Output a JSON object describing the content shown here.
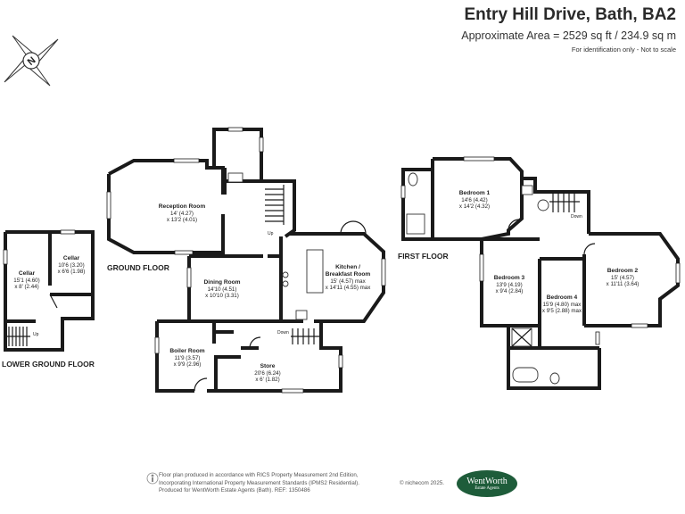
{
  "header": {
    "title": "Entry Hill Drive, Bath, BA2",
    "area": "Approximate Area = 2529 sq ft / 234.9 sq m",
    "disclaimer": "For identification only - Not to scale"
  },
  "compass": {
    "letter": "N"
  },
  "floors": {
    "lower_ground": "LOWER GROUND FLOOR",
    "ground": "GROUND FLOOR",
    "first": "FIRST FLOOR"
  },
  "rooms": {
    "cellar_a": {
      "name": "Cellar",
      "dims": [
        "15'1 (4.60)",
        "x 8' (2.44)"
      ]
    },
    "cellar_b": {
      "name": "Cellar",
      "dims": [
        "10'6 (3.20)",
        "x 6'6 (1.98)"
      ]
    },
    "reception": {
      "name": "Reception Room",
      "dims": [
        "14' (4.27)",
        "x 13'2 (4.01)"
      ]
    },
    "dining": {
      "name": "Dining Room",
      "dims": [
        "14'10 (4.51)",
        "x 10'10 (3.31)"
      ]
    },
    "kitchen": {
      "name": [
        "Kitchen /",
        "Breakfast Room"
      ],
      "dims": [
        "15' (4.57) max",
        "x 14'11 (4.55) max"
      ]
    },
    "boiler": {
      "name": "Boiler Room",
      "dims": [
        "11'9 (3.57)",
        "x 9'9 (2.96)"
      ]
    },
    "store": {
      "name": "Store",
      "dims": [
        "20'6 (6.24)",
        "x 6' (1.82)"
      ]
    },
    "bedroom1": {
      "name": "Bedroom 1",
      "dims": [
        "14'6 (4.42)",
        "x 14'2 (4.32)"
      ]
    },
    "bedroom2": {
      "name": "Bedroom 2",
      "dims": [
        "15' (4.57)",
        "x 11'11 (3.64)"
      ]
    },
    "bedroom3": {
      "name": "Bedroom 3",
      "dims": [
        "13'9 (4.19)",
        "x 9'4 (2.84)"
      ]
    },
    "bedroom4": {
      "name": "Bedroom 4",
      "dims": [
        "15'9 (4.80) max",
        "x 9'5 (2.88) max"
      ]
    }
  },
  "stair_labels": {
    "up": "Up",
    "down": "Down"
  },
  "footer": {
    "lines": [
      "Floor plan produced in accordance with RICS Property Measurement 2nd Edition,",
      "Incorporating International Property Measurement Standards (IPMS2 Residential).",
      "Produced for WentWorth Estate Agents (Bath).   REF:  1350486"
    ],
    "copyright": "© nichecom 2025."
  },
  "logo": {
    "name": "WentWorth",
    "subtitle": "Estate Agents"
  }
}
